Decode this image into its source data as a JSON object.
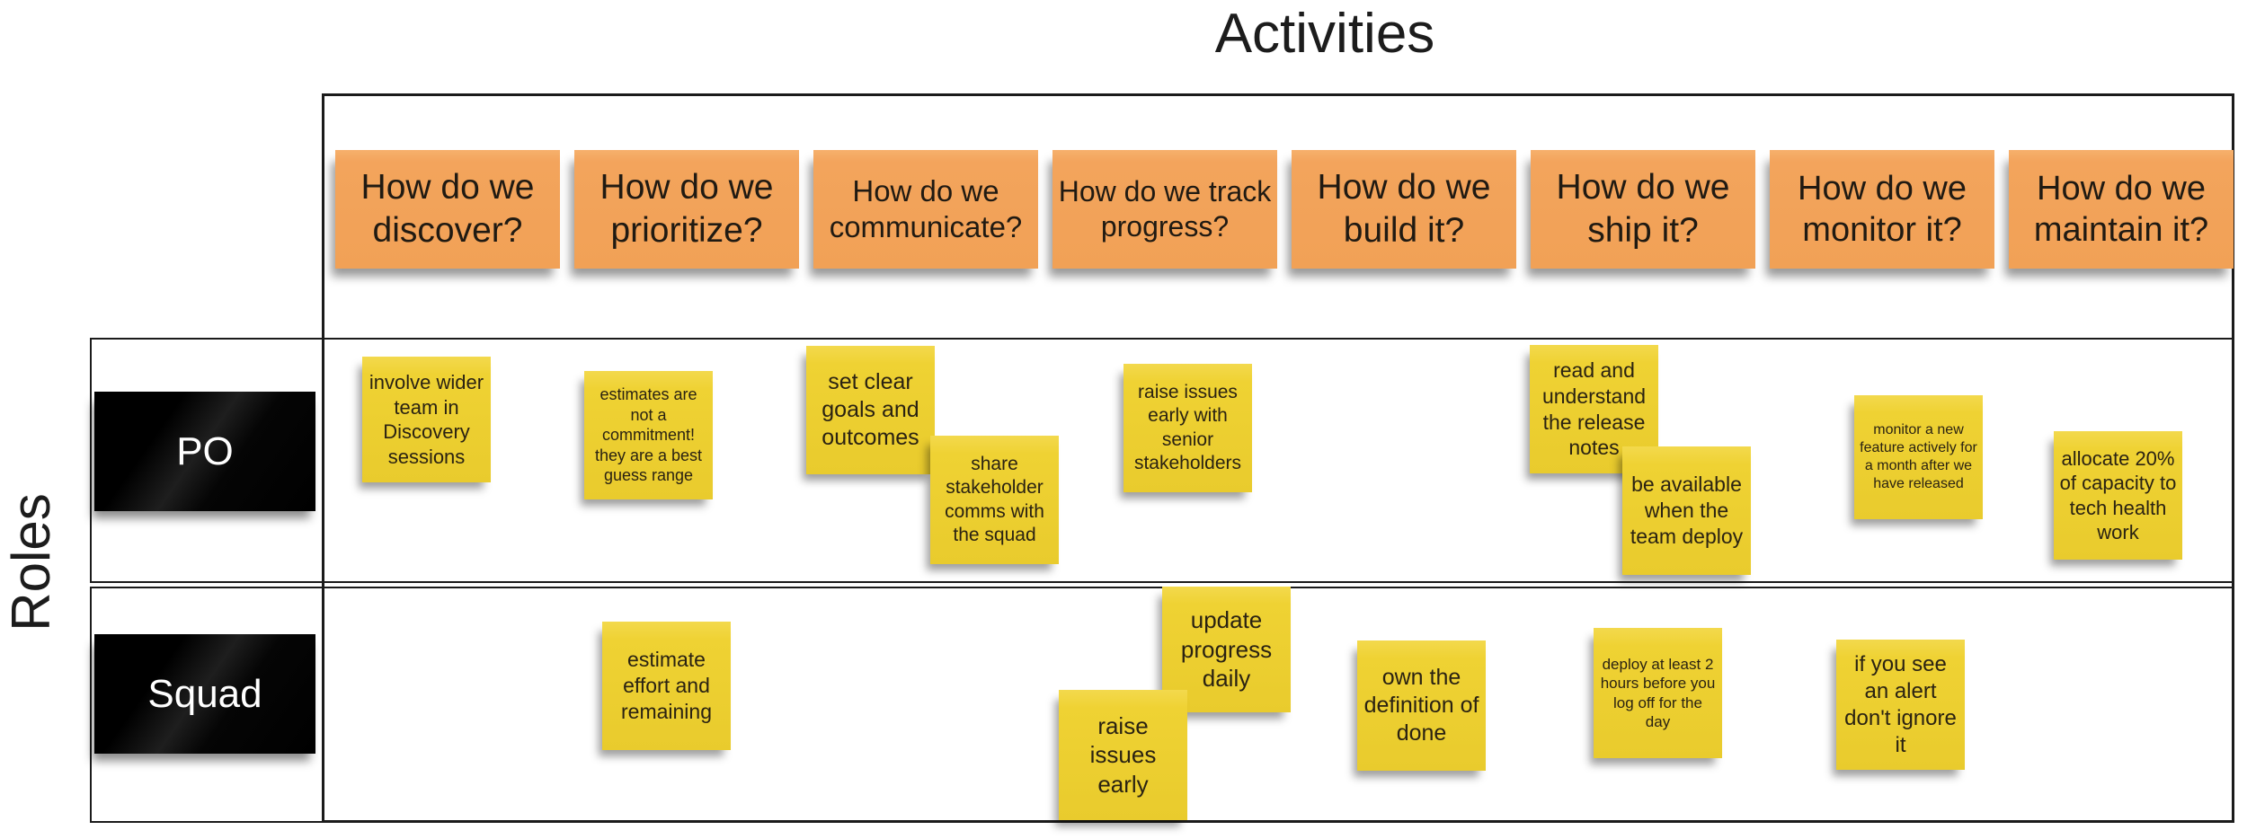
{
  "title": "Activities",
  "axis_label": "Roles",
  "columns": [
    {
      "label": "How do we discover?"
    },
    {
      "label": "How do we prioritize?"
    },
    {
      "label": "How do we communicate?"
    },
    {
      "label": "How do we track progress?"
    },
    {
      "label": "How do we build it?"
    },
    {
      "label": "How do we ship it?"
    },
    {
      "label": "How do we monitor it?"
    },
    {
      "label": "How do we maintain it?"
    }
  ],
  "roles": [
    {
      "name": "PO"
    },
    {
      "name": "Squad"
    }
  ],
  "notes": [
    {
      "text": "involve wider team in Discovery sessions",
      "role": "PO",
      "column": "How do we discover?"
    },
    {
      "text": "estimates are not a commitment! they are a best guess range",
      "role": "PO",
      "column": "How do we prioritize?"
    },
    {
      "text": "set clear goals and outcomes",
      "role": "PO",
      "column": "How do we communicate?"
    },
    {
      "text": "share stakeholder comms with the squad",
      "role": "PO",
      "column": "How do we communicate?"
    },
    {
      "text": "raise issues early with senior stakeholders",
      "role": "PO",
      "column": "How do we track progress?"
    },
    {
      "text": "read and understand the release notes",
      "role": "PO",
      "column": "How do we ship it?"
    },
    {
      "text": "be available when the team deploy",
      "role": "PO",
      "column": "How do we ship it?"
    },
    {
      "text": "monitor a new feature actively for a month after we have released",
      "role": "PO",
      "column": "How do we monitor it?"
    },
    {
      "text": "allocate 20% of capacity to tech health work",
      "role": "PO",
      "column": "How do we maintain it?"
    },
    {
      "text": "estimate effort and remaining",
      "role": "Squad",
      "column": "How do we prioritize?"
    },
    {
      "text": "update progress daily",
      "role": "Squad",
      "column": "How do we track progress?"
    },
    {
      "text": "raise issues early",
      "role": "Squad",
      "column": "How do we track progress?"
    },
    {
      "text": "own the definition of done",
      "role": "Squad",
      "column": "How do we build it?"
    },
    {
      "text": "deploy at least 2 hours before you log off for the day",
      "role": "Squad",
      "column": "How do we ship it?"
    },
    {
      "text": "if you see an alert don't ignore it",
      "role": "Squad",
      "column": "How do we monitor it?"
    }
  ],
  "colors": {
    "header_note": "#f2a35a",
    "note": "#efd233",
    "role_card": "#0a0a0a",
    "grid_line": "#1b1b1b",
    "background": "#ffffff"
  }
}
